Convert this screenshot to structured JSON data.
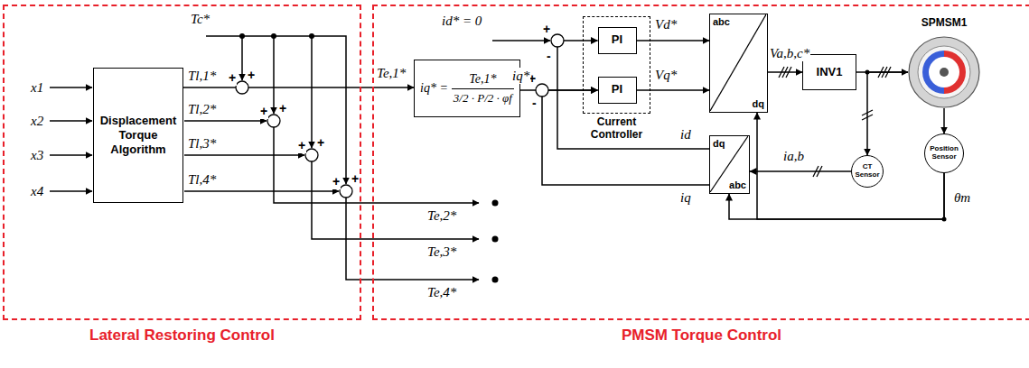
{
  "diagram": {
    "nodes": [
      {
        "text": [
          "Lateral Restoring Control"
        ]
      },
      {
        "text": [
          "PMSM Torque Control"
        ]
      },
      {
        "text": [
          "Displacement Torque Algorithm"
        ],
        "in": 0
      },
      {
        "text": [
          "iq* =",
          "Te,1*",
          "3/2 · P/2 · φf"
        ],
        "in": 1
      },
      {
        "text": [
          "Current Controller"
        ],
        "in": 1
      },
      {
        "text": [
          "PI"
        ],
        "in": 4
      },
      {
        "text": [
          "PI"
        ],
        "in": 4
      },
      {
        "text": [
          "abc",
          "dq"
        ],
        "in": 1
      },
      {
        "text": [
          "INV1"
        ],
        "in": 1
      },
      {
        "text": [
          "SPMSM1"
        ],
        "in": 1
      },
      {
        "text": [
          "CT Sensor"
        ],
        "in": 1
      },
      {
        "text": [
          "Position Sensor"
        ],
        "in": 1
      },
      {
        "text": [
          "dq",
          "abc"
        ],
        "in": 1
      }
    ],
    "edges": [
      {
        "from": 2,
        "to": 3,
        "arrow": "to"
      },
      {
        "from": 3,
        "to": 6,
        "arrow": "to"
      },
      {
        "from": 5,
        "to": 7,
        "arrow": "to"
      },
      {
        "from": 6,
        "to": 7,
        "arrow": "to"
      },
      {
        "from": 7,
        "to": 8,
        "arrow": "to"
      },
      {
        "from": 8,
        "to": 9,
        "arrow": "to"
      },
      {
        "from": 9,
        "to": 10,
        "arrow": "to"
      },
      {
        "from": 10,
        "to": 12,
        "arrow": "to"
      },
      {
        "from": 9,
        "to": 11,
        "arrow": "to"
      },
      {
        "from": 11,
        "to": 12,
        "arrow": "to"
      },
      {
        "from": 11,
        "to": 7,
        "arrow": "to"
      },
      {
        "from": 12,
        "to": 5,
        "arrow": "to"
      },
      {
        "from": 12,
        "to": 6,
        "arrow": "to"
      }
    ],
    "labels": [
      "x1",
      "x2",
      "x3",
      "x4",
      "Tc*",
      "Tl,1*",
      "Tl,2*",
      "Tl,3*",
      "Tl,4*",
      "+",
      "+",
      "+",
      "+",
      "+",
      "+",
      "+",
      "+",
      "Te,1*",
      "Te,2*",
      "Te,3*",
      "Te,4*",
      "id* = 0",
      "+",
      "-",
      "+",
      "-",
      "iq*",
      "Vd*",
      "Vq*",
      "Va,b,c*",
      "id",
      "iq",
      "ia,b",
      "θm"
    ]
  }
}
